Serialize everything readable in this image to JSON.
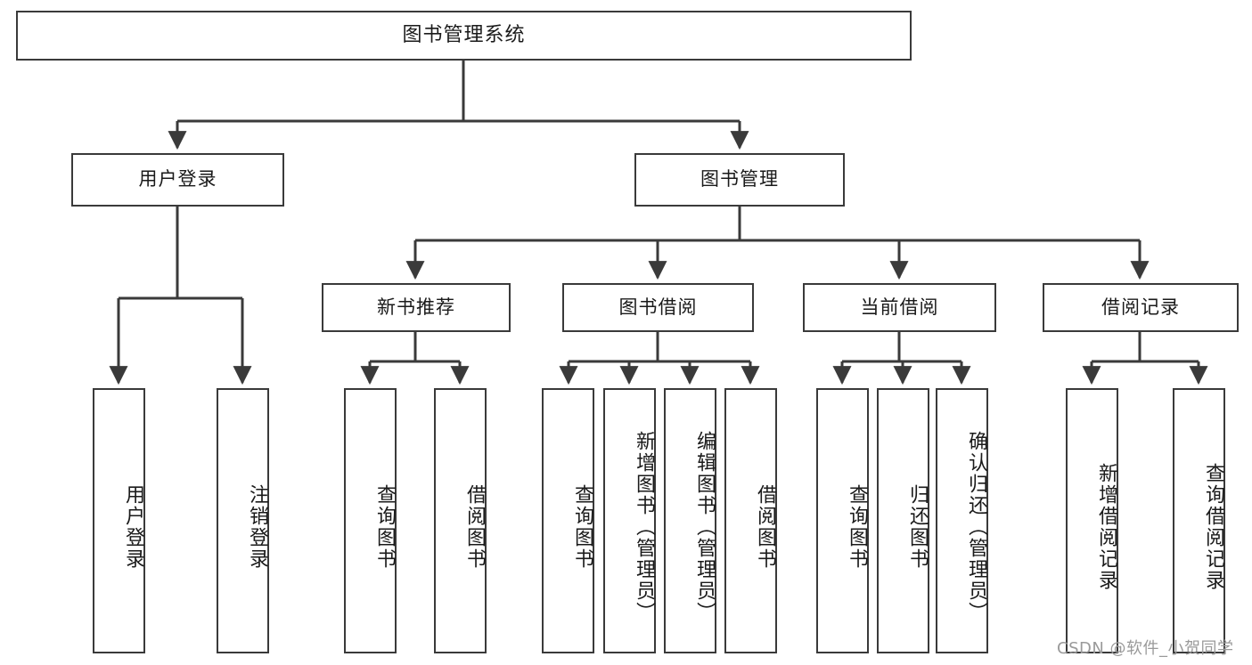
{
  "diagram": {
    "title": "图书管理系统",
    "watermark": "CSDN @软件_小贺同学",
    "line_color": "#3a3a3a",
    "box_border_color": "#3a3a3a",
    "background_color": "#ffffff",
    "text_color": "#1a1a1a",
    "root": {
      "label": "图书管理系统"
    },
    "level2": [
      {
        "label": "用户登录"
      },
      {
        "label": "图书管理"
      }
    ],
    "level3": [
      {
        "label": "新书推荐"
      },
      {
        "label": "图书借阅"
      },
      {
        "label": "当前借阅"
      },
      {
        "label": "借阅记录"
      }
    ],
    "leaves": {
      "user_login": [
        {
          "label": "用户登录"
        },
        {
          "label": "注销登录"
        }
      ],
      "new_book": [
        {
          "label": "查询图书"
        },
        {
          "label": "借阅图书"
        }
      ],
      "book_borrow": [
        {
          "label": "查询图书"
        },
        {
          "label": "新增图书（管理员）"
        },
        {
          "label": "编辑图书（管理员）"
        },
        {
          "label": "借阅图书"
        }
      ],
      "current_borrow": [
        {
          "label": "查询图书"
        },
        {
          "label": "归还图书"
        },
        {
          "label": "确认归还（管理员）"
        }
      ],
      "borrow_record": [
        {
          "label": "新增借阅记录"
        },
        {
          "label": "查询借阅记录"
        }
      ]
    }
  }
}
